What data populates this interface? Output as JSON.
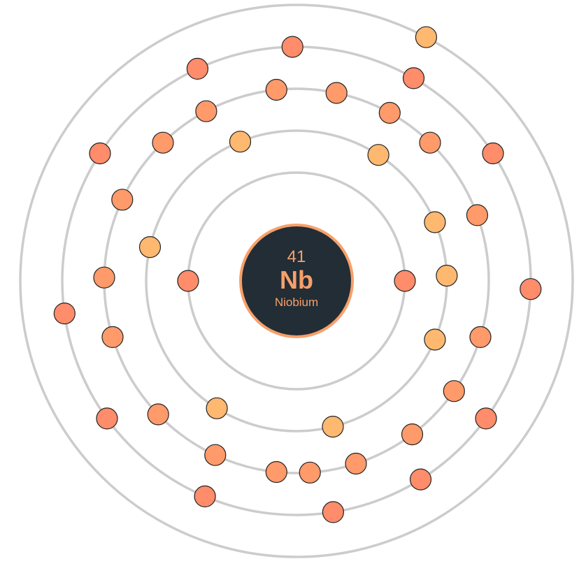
{
  "element": {
    "atomic_number": "41",
    "symbol": "Nb",
    "name": "Niobium"
  },
  "colors": {
    "background": "#ffffff",
    "shell_stroke": "#cccccc",
    "nucleus_fill": "#222d36",
    "nucleus_border": "#f7a069",
    "label_text": "#f7a069",
    "electron_palette": [
      "#ff8c6a",
      "#ffb870",
      "#ff9a6a"
    ]
  },
  "shells": [
    {
      "shell": 1,
      "electrons": 2,
      "angles_deg": [
        0,
        180
      ]
    },
    {
      "shell": 2,
      "electrons": 8,
      "angles_deg": [
        -2,
        -23,
        -57,
        -112,
        -167,
        122,
        76,
        23
      ]
    },
    {
      "shell": 3,
      "electrons": 18,
      "angles_deg": [
        -20,
        -46,
        -61,
        -78,
        -96,
        -118,
        -134,
        -155,
        -179,
        163,
        136,
        115,
        96,
        86,
        72,
        53,
        35,
        17
      ]
    },
    {
      "shell": 4,
      "electrons": 12,
      "angles_deg": [
        -33,
        -60,
        -91,
        -115,
        -147,
        172,
        144,
        113,
        81,
        58,
        36,
        2
      ]
    },
    {
      "shell": 5,
      "electrons": 1,
      "angles_deg": [
        -62
      ]
    }
  ]
}
